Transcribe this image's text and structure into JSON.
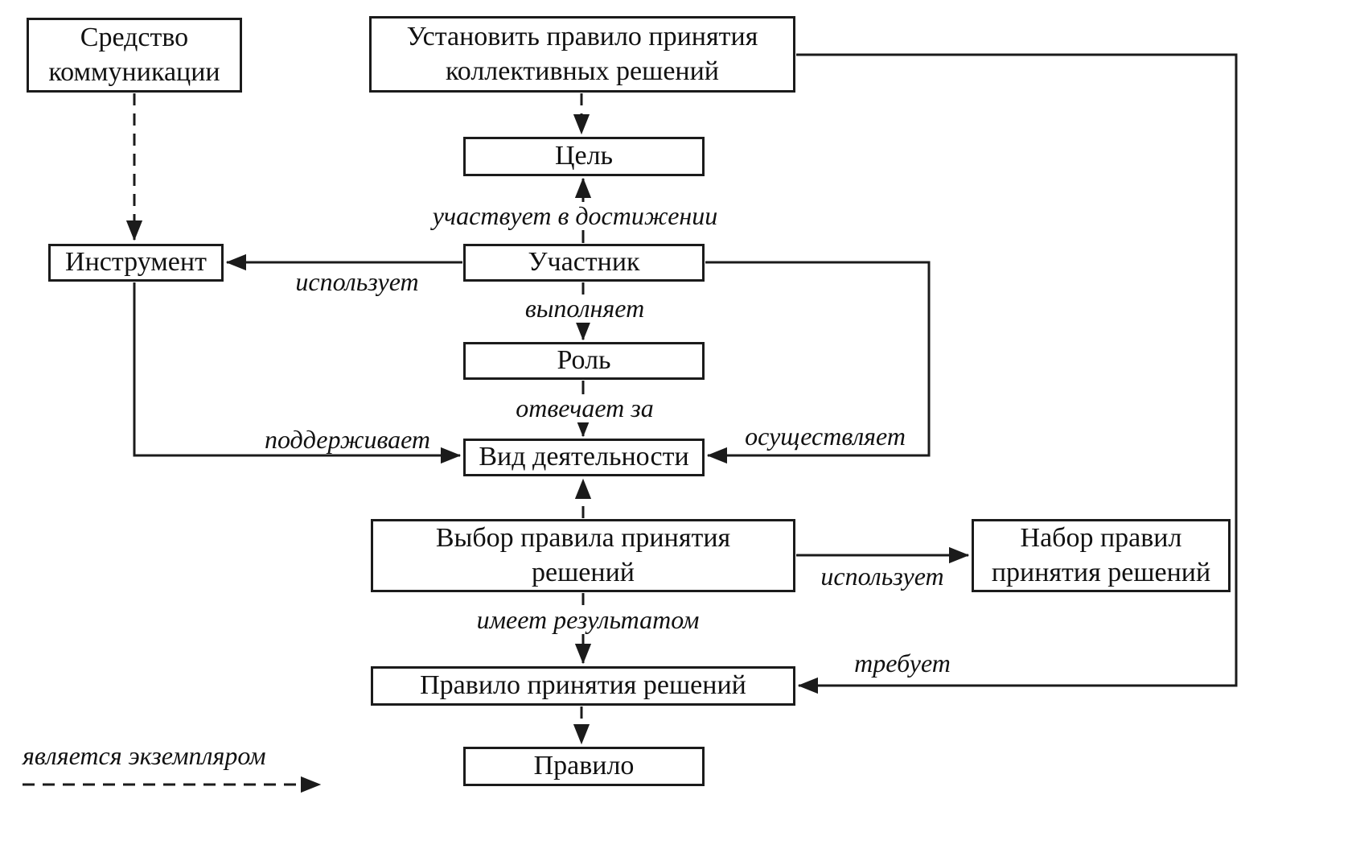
{
  "diagram": {
    "type": "concept-flow-diagram",
    "language": "ru",
    "nodes": {
      "communication_medium": "Средство коммуникации",
      "establish_rule": "Установить правило принятия коллективных решений",
      "goal": "Цель",
      "instrument": "Инструмент",
      "participant": "Участник",
      "role": "Роль",
      "activity_type": "Вид деятельности",
      "rule_choice": "Выбор правила принятия решений",
      "rule_set": "Набор правил принятия решений",
      "decision_rule": "Правило принятия решений",
      "rule": "Правило"
    },
    "edges": {
      "comm_to_instrument": {
        "from": "communication_medium",
        "to": "instrument",
        "label": "",
        "style": "dashed"
      },
      "establish_to_goal": {
        "from": "establish_rule",
        "to": "goal",
        "label": "",
        "style": "dashed"
      },
      "participant_to_goal": {
        "from": "participant",
        "to": "goal",
        "label": "участвует в достижении",
        "style": "solid"
      },
      "participant_to_instrument": {
        "from": "participant",
        "to": "instrument",
        "label": "использует",
        "style": "solid"
      },
      "participant_to_role": {
        "from": "participant",
        "to": "role",
        "label": "выполняет",
        "style": "solid"
      },
      "role_to_activity": {
        "from": "role",
        "to": "activity_type",
        "label": "отвечает за",
        "style": "solid"
      },
      "choice_to_activity": {
        "from": "rule_choice",
        "to": "activity_type",
        "label": "",
        "style": "dashed"
      },
      "instrument_to_activity": {
        "from": "instrument",
        "to": "activity_type",
        "label": "поддерживает",
        "style": "solid"
      },
      "participant_to_activity": {
        "from": "participant",
        "to": "activity_type",
        "label": "осуществляет",
        "style": "solid"
      },
      "choice_to_ruleset": {
        "from": "rule_choice",
        "to": "rule_set",
        "label": "использует",
        "style": "solid"
      },
      "choice_to_decision_rule": {
        "from": "rule_choice",
        "to": "decision_rule",
        "label": "имеет результатом",
        "style": "dashed"
      },
      "establish_to_decision_rule": {
        "from": "establish_rule",
        "to": "decision_rule",
        "label": "требует",
        "style": "solid"
      },
      "decision_rule_to_rule": {
        "from": "decision_rule",
        "to": "rule",
        "label": "",
        "style": "dashed"
      }
    },
    "legend": {
      "dashed_arrow_meaning": "является экземпляром"
    },
    "colors": {
      "line": "#1b1b1b",
      "background": "#ffffff",
      "text": "#111111"
    }
  }
}
